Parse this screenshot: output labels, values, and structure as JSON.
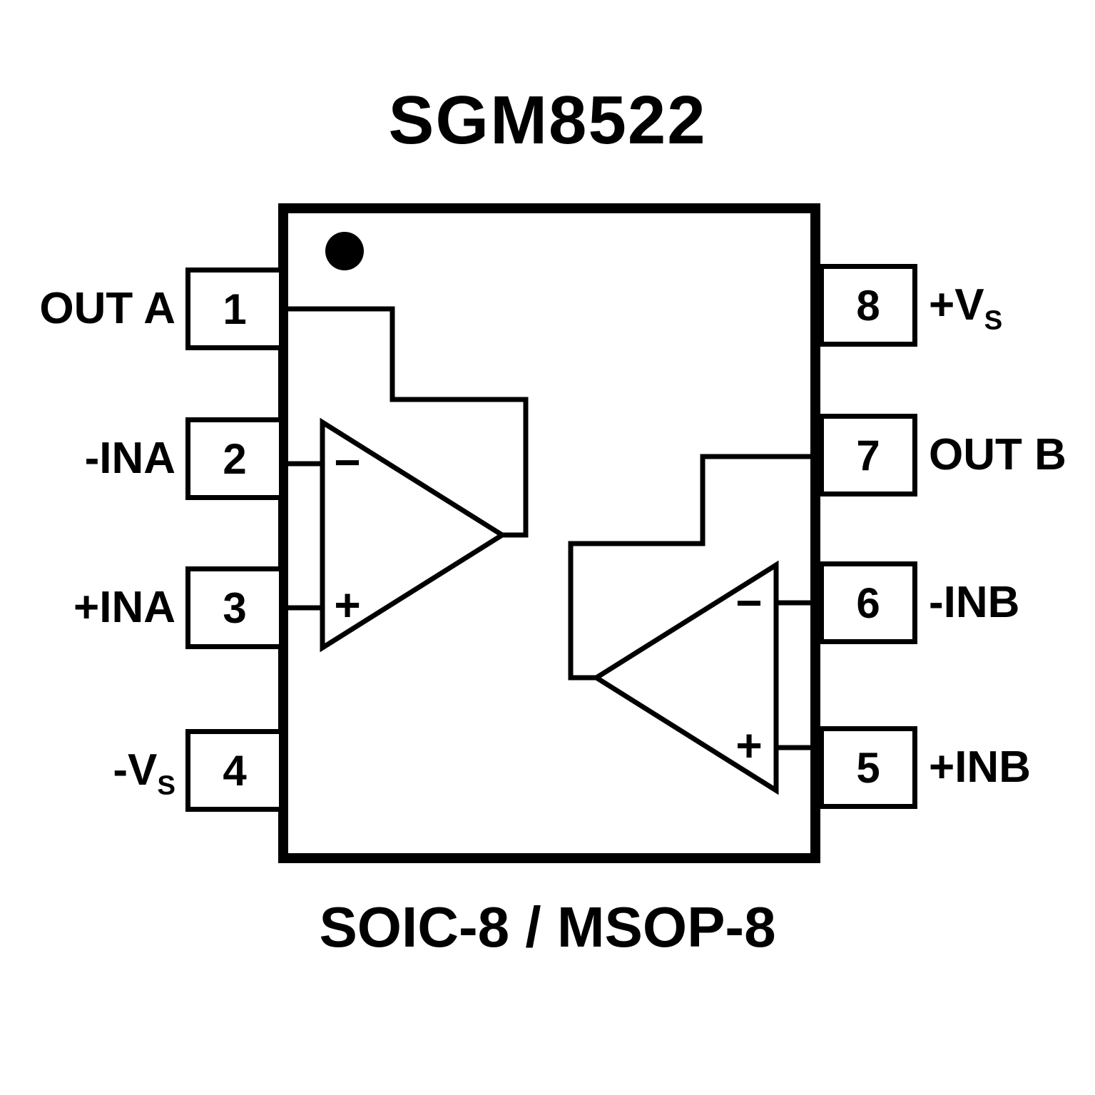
{
  "title": "SGM8522",
  "package_label": "SOIC-8 / MSOP-8",
  "colors": {
    "ink": "#000000",
    "background": "#ffffff"
  },
  "pins": {
    "left": [
      {
        "number": "1",
        "label": "OUT A",
        "label_sub": ""
      },
      {
        "number": "2",
        "label": "-INA",
        "label_sub": ""
      },
      {
        "number": "3",
        "label": "+INA",
        "label_sub": ""
      },
      {
        "number": "4",
        "label": "-V",
        "label_sub": "S"
      }
    ],
    "right": [
      {
        "number": "8",
        "label": "+V",
        "label_sub": "S"
      },
      {
        "number": "7",
        "label": "OUT B",
        "label_sub": ""
      },
      {
        "number": "6",
        "label": "-INB",
        "label_sub": ""
      },
      {
        "number": "5",
        "label": "+INB",
        "label_sub": ""
      }
    ]
  },
  "opamps": {
    "a": {
      "inverting_sign": "−",
      "noninverting_sign": "+"
    },
    "b": {
      "inverting_sign": "−",
      "noninverting_sign": "+"
    }
  }
}
